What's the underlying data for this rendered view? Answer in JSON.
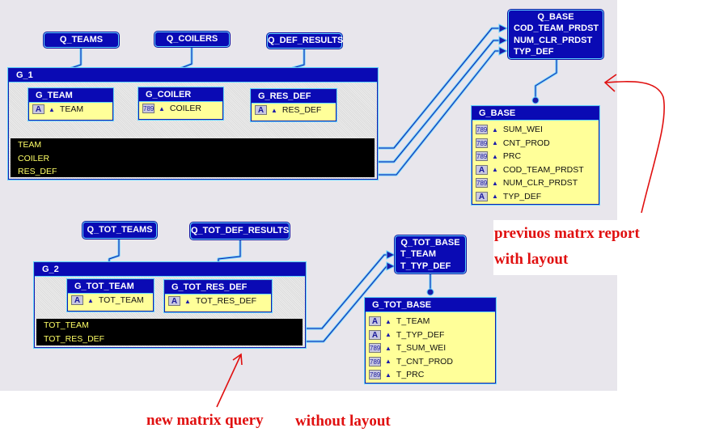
{
  "diagram": {
    "queries": {
      "q_teams": "Q_TEAMS",
      "q_coilers": "Q_COILERS",
      "q_def_results": "Q_DEF_RESULTS",
      "q_tot_teams": "Q_TOT_TEAMS",
      "q_tot_def_results": "Q_TOT_DEF_RESULTS",
      "q_base": {
        "title": "Q_BASE",
        "columns": [
          "COD_TEAM_PRDST",
          "NUM_CLR_PRDST",
          "TYP_DEF"
        ]
      },
      "q_tot_base": {
        "title": "Q_TOT_BASE",
        "columns": [
          "T_TEAM",
          "T_TYP_DEF"
        ]
      }
    },
    "g1": {
      "title": "G_1",
      "groups": [
        {
          "title": "G_TEAM",
          "items": [
            {
              "type": "A",
              "name": "TEAM"
            }
          ]
        },
        {
          "title": "G_COILER",
          "items": [
            {
              "type": "789",
              "name": "COILER"
            }
          ]
        },
        {
          "title": "G_RES_DEF",
          "items": [
            {
              "type": "A",
              "name": "RES_DEF"
            }
          ]
        }
      ],
      "cross_product": [
        "TEAM",
        "COILER",
        "RES_DEF"
      ]
    },
    "g2": {
      "title": "G_2",
      "groups": [
        {
          "title": "G_TOT_TEAM",
          "items": [
            {
              "type": "A",
              "name": "TOT_TEAM"
            }
          ]
        },
        {
          "title": "G_TOT_RES_DEF",
          "items": [
            {
              "type": "A",
              "name": "TOT_RES_DEF"
            }
          ]
        }
      ],
      "cross_product": [
        "TOT_TEAM",
        "TOT_RES_DEF"
      ]
    },
    "g_base": {
      "title": "G_BASE",
      "items": [
        {
          "type": "789",
          "name": "SUM_WEI"
        },
        {
          "type": "789",
          "name": "CNT_PROD"
        },
        {
          "type": "789",
          "name": "PRC"
        },
        {
          "type": "A",
          "name": "COD_TEAM_PRDST"
        },
        {
          "type": "789",
          "name": "NUM_CLR_PRDST"
        },
        {
          "type": "A",
          "name": "TYP_DEF"
        }
      ]
    },
    "g_tot_base": {
      "title": "G_TOT_BASE",
      "items": [
        {
          "type": "A",
          "name": "T_TEAM"
        },
        {
          "type": "A",
          "name": "T_TYP_DEF"
        },
        {
          "type": "789",
          "name": "T_SUM_WEI"
        },
        {
          "type": "789",
          "name": "T_CNT_PROD"
        },
        {
          "type": "789",
          "name": "T_PRC"
        }
      ]
    }
  },
  "annotations": {
    "previous_line1": "previuos matrx report",
    "previous_line2": "with layout",
    "new_query": "new matrix query",
    "without_layout": "without layout"
  },
  "colors": {
    "header_blue": "#0a0ab4",
    "link_cyan": "#5fd3ff",
    "field_yellow": "#ffff99",
    "annotation_red": "#e01010"
  }
}
